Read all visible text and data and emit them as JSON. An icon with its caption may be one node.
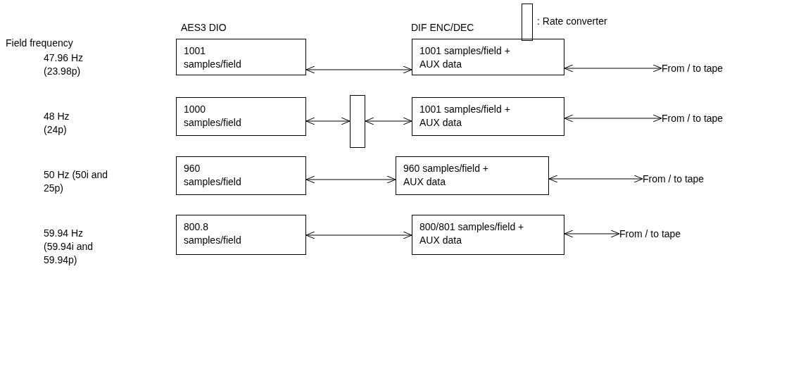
{
  "diagram": {
    "nodes": [
      {
        "text": [
          "1001 samples/field"
        ]
      },
      {
        "text": [
          "1001 samples/field + AUX data"
        ]
      },
      {
        "text": [
          "From / to tape"
        ]
      },
      {
        "text": [
          "1000 samples/field"
        ]
      },
      {
        "text": [],
        "shape": "box"
      },
      {
        "text": [
          "1001 samples/field + AUX data"
        ]
      },
      {
        "text": [
          "From / to tape"
        ]
      },
      {
        "text": [
          "960 samples/field"
        ]
      },
      {
        "text": [
          "960 samples/field + AUX data"
        ]
      },
      {
        "text": [
          "From / to tape"
        ]
      },
      {
        "text": [
          "800.8 samples/field"
        ]
      },
      {
        "text": [
          "800/801 samples/field + AUX data"
        ]
      },
      {
        "text": [
          "From / to tape"
        ]
      }
    ],
    "edges": [
      {
        "from": 0,
        "to": 1,
        "arrow": "both"
      },
      {
        "from": 1,
        "to": 2,
        "arrow": "both"
      },
      {
        "from": 3,
        "to": 4,
        "arrow": "both"
      },
      {
        "from": 4,
        "to": 5,
        "arrow": "both"
      },
      {
        "from": 5,
        "to": 6,
        "arrow": "both"
      },
      {
        "from": 7,
        "to": 8,
        "arrow": "both"
      },
      {
        "from": 8,
        "to": 9,
        "arrow": "both"
      },
      {
        "from": 10,
        "to": 11,
        "arrow": "both"
      },
      {
        "from": 11,
        "to": 12,
        "arrow": "both"
      }
    ],
    "labels": [
      "AES3 DIO",
      "DIF ENC/DEC",
      "Field frequency",
      "47.96 Hz (23.98p)",
      "48 Hz (24p)",
      "50 Hz (50i and 25p)",
      "59.94 Hz (59.94i and 59.94p)"
    ],
    "legend": [
      {
        "text": ": Rate converter"
      }
    ]
  }
}
